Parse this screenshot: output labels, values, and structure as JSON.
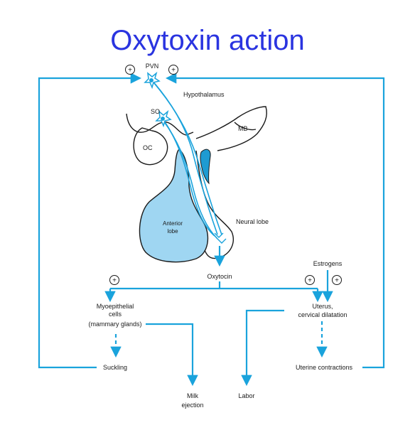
{
  "title": "Oxytoxin action",
  "labels": {
    "pvn": "PVN",
    "so": "SO",
    "hypothalamus": "Hypothalamus",
    "mb": "MB",
    "oc": "OC",
    "anterior_lobe_line1": "Anterior",
    "anterior_lobe_line2": "lobe",
    "neural_lobe": "Neural lobe",
    "oxytocin": "Oxytocin",
    "estrogens": "Estrogens",
    "myoepithelial_line1": "Myoepithelial",
    "myoepithelial_line2": "cells",
    "myoepithelial_line3": "(mammary glands)",
    "uterus_line1": "Uterus,",
    "uterus_line2": "cervical dilatation",
    "suckling": "Suckling",
    "milk_line1": "Milk",
    "milk_line2": "ejection",
    "labor": "Labor",
    "uterine_contractions": "Uterine contractions",
    "plus": "+"
  },
  "colors": {
    "title": "#2a34e0",
    "arrow": "#1aa3dc",
    "lobe_fill": "#9fd6f2",
    "dark_fill": "#1e9bd2",
    "outline": "#1a1a1a"
  }
}
